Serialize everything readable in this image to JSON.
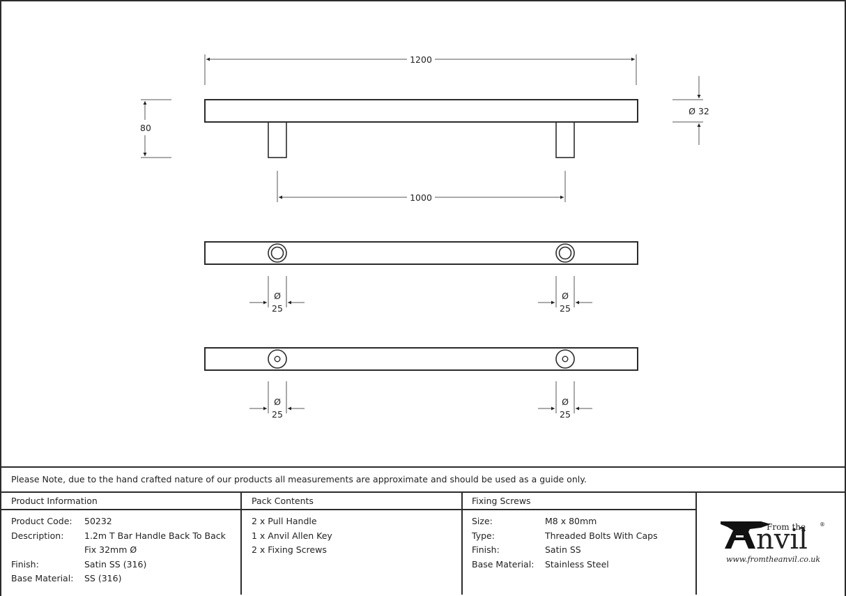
{
  "drawing": {
    "views": {
      "side": {
        "overall_length": "1200",
        "height": "80",
        "diameter": "Ø 32",
        "centres": "1000"
      },
      "back_view_1": {
        "left_hole_symbol": "Ø",
        "left_hole_value": "25",
        "right_hole_symbol": "Ø",
        "right_hole_value": "25"
      },
      "back_view_2": {
        "left_hole_symbol": "Ø",
        "left_hole_value": "25",
        "right_hole_symbol": "Ø",
        "right_hole_value": "25"
      }
    },
    "line_color": "#2b2b2b"
  },
  "note": "Please Note, due to the hand crafted nature of our products all measurements are approximate and should be used as a guide only.",
  "product_information": {
    "title": "Product Information",
    "rows": [
      {
        "label": "Product Code:",
        "value": "50232"
      },
      {
        "label": "Description:",
        "value": "1.2m T Bar Handle Back To Back"
      },
      {
        "label": "",
        "value": "Fix 32mm Ø"
      },
      {
        "label": "Finish:",
        "value": "Satin SS (316)"
      },
      {
        "label": "Base Material:",
        "value": "SS (316)"
      }
    ]
  },
  "pack_contents": {
    "title": "Pack Contents",
    "items": [
      "2 x Pull Handle",
      "1 x Anvil Allen Key",
      "2 x Fixing Screws"
    ]
  },
  "fixing_screws": {
    "title": "Fixing Screws",
    "rows": [
      {
        "label": "Size:",
        "value": "M8 x 80mm"
      },
      {
        "label": "Type:",
        "value": "Threaded Bolts With Caps"
      },
      {
        "label": "Finish:",
        "value": "Satin SS"
      },
      {
        "label": "Base Material:",
        "value": "Stainless Steel"
      }
    ]
  },
  "logo": {
    "from_the": "From the",
    "anvil_a": "A",
    "anvil_rest": "nvil",
    "registered": "®",
    "url": "www.fromtheanvil.co.uk"
  }
}
